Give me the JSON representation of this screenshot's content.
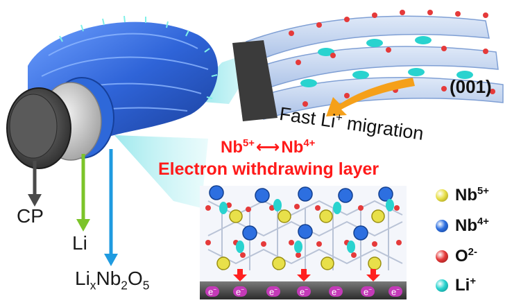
{
  "labels": {
    "cp": "CP",
    "li": "Li",
    "lixnb2o5": {
      "base1": "Li",
      "sub1": "x",
      "base2": "Nb",
      "sub2": "2",
      "base3": "O",
      "sub3": "5"
    },
    "fast_migration": {
      "prefix": "Fast Li",
      "sup": "+",
      "suffix": " migration"
    },
    "plane": "(001)",
    "redox": {
      "nb5": "Nb",
      "nb5_sup": "5+",
      "arrow": "⟷",
      "nb4": "Nb",
      "nb4_sup": "4+"
    },
    "layer_title": "Electron withdrawing layer",
    "electron": {
      "base": "e",
      "sup": "−"
    }
  },
  "legend": [
    {
      "id": "nb5",
      "base": "Nb",
      "sup": "5+",
      "color": "#e8e04a",
      "edge": "#9a8f10"
    },
    {
      "id": "nb4",
      "base": "Nb",
      "sup": "4+",
      "color": "#2d6fe0",
      "edge": "#123f8f"
    },
    {
      "id": "o2",
      "base": "O",
      "sup": "2-",
      "color": "#e53a3a",
      "edge": "#8d1414"
    },
    {
      "id": "li",
      "base": "Li",
      "sup": "+",
      "color": "#29d3cf",
      "edge": "#0e8b88"
    }
  ],
  "colors": {
    "fiber_blue": "#2f64d8",
    "cp_gray": "#4a4a4a",
    "li_green": "#7cc42a",
    "lixnb2o5_blue": "#1f9be0",
    "red_text": "#ff1a1a",
    "migration_orange": "#f5a01a",
    "beam_cyan": "#6fe0e6"
  }
}
